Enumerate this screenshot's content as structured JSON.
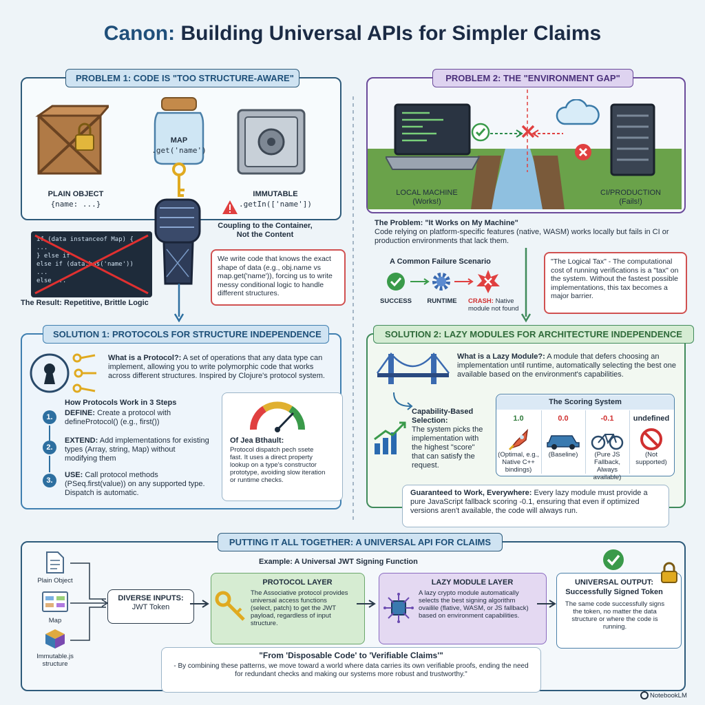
{
  "title": {
    "part1": "Canon:",
    "part2": "Building Universal APIs for Simpler Claims"
  },
  "problem1": {
    "banner": "PROBLEM 1: CODE IS \"TOO STRUCTURE-AWARE\"",
    "plain_object_label": "PLAIN OBJECT",
    "plain_object_code": "{name: ...}",
    "map_jar_label": "MAP",
    "map_jar_code": ".get('name')",
    "immutable_label": "IMMUTABLE",
    "immutable_code": ".getIn(['name'])",
    "coupling": "Coupling to the Container, Not the Content",
    "code_lines": [
      "if (data instanceof Map) {",
      "  ...",
      "} else if",
      "  else if (data.has('name'))",
      "  ...",
      "  else ..."
    ],
    "result": "The Result: Repetitive, Brittle Logic",
    "callout": "We write code that knows the exact shape of data (e.g., obj.name vs map.get('name')), forcing us to write messy conditional logic to handle different structures."
  },
  "problem2": {
    "banner": "PROBLEM 2: THE \"ENVIRONMENT GAP\"",
    "local_label": "LOCAL MACHINE",
    "local_status": "(Works!)",
    "ci_label": "CI/PRODUCTION",
    "ci_status": "(Fails!)",
    "problem_title": "The Problem: \"It Works on My Machine\"",
    "problem_text": "Code relying on platform-specific features (native, WASM) works locally but fails in CI or production environments that lack them.",
    "failure_title": "A Common Failure Scenario",
    "success": "SUCCESS",
    "runtime": "RUNTIME",
    "crash": "CRASH:",
    "crash_detail": "Native module not found",
    "tax": "\"The Logical Tax\" - The computational cost of running verifications is a \"tax\" on the system. Without the fastest possible implementations, this tax becomes a major barrier."
  },
  "solution1": {
    "banner": "SOLUTION 1: PROTOCOLS FOR STRUCTURE INDEPENDENCE",
    "what_title": "What is a Protocol?:",
    "what_text": "A set of operations that any data type can implement, allowing you to write polymorphic code that works across different structures. Inspired by Clojure's protocol system.",
    "steps_title": "How Protocols Work in 3 Steps",
    "steps": [
      {
        "num": "1.",
        "label": "DEFINE:",
        "text": "Create a protocol with defineProtocol() (e.g., first())"
      },
      {
        "num": "2.",
        "label": "EXTEND:",
        "text": "Add implementations for existing types (Array, string, Map) without modifying them"
      },
      {
        "num": "3.",
        "label": "USE:",
        "text": "Call protocol methods (PSeq.first(value)) on any supported type. Dispatch is automatic."
      }
    ],
    "perf_title": "Of Jea Bthault:",
    "perf_text": "Protocol dispatch pech ssete fast. It uses a direct property lookup on a type's constructor prototype, avoiding slow iteration or runtime checks."
  },
  "solution2": {
    "banner": "SOLUTION 2: LAZY MODULES FOR ARCHITECTURE INDEPENDENCE",
    "what_title": "What is a Lazy Module?:",
    "what_text": "A module that defers choosing an implementation until runtime, automatically selecting the best one available based on the environment's capabilities.",
    "capability_title": "Capability-Based Selection:",
    "capability_text": "The system picks the implementation with the highest \"score\" that can satisfy the request.",
    "scoring_title": "The Scoring System",
    "scores": [
      {
        "score": "1.0",
        "desc": "(Optimal, e.g., Native C++ bindings)",
        "icon": "rocket-icon"
      },
      {
        "score": "0.0",
        "desc": "(Baseline)",
        "icon": "car-icon"
      },
      {
        "score": "-0.1",
        "desc": "(Pure JS Fallback, Always available)",
        "icon": "bicycle-icon"
      },
      {
        "score": "undefined",
        "desc": "(Not supported)",
        "icon": "prohibited-icon"
      }
    ],
    "guarantee_title": "Guaranteed to Work, Everywhere:",
    "guarantee_text": "Every lazy module must provide a pure JavaScript fallback scoring -0.1, ensuring that even if optimized versions aren't available, the code will always run."
  },
  "together": {
    "banner": "PUTTING IT ALL TOGETHER: A UNIVERSAL API FOR CLAIMS",
    "example": "Example: A Universal JWT Signing Function",
    "inputs": [
      "Plain Object",
      "Map",
      "Immutable.js structure"
    ],
    "diverse_title": "DIVERSE INPUTS:",
    "diverse_sub": "JWT Token",
    "protocol_title": "PROTOCOL LAYER",
    "protocol_text": "The Associative protocol provides universal access functions (select, patch) to get the JWT payload, regardless of input structure.",
    "lazy_title": "LAZY MODULE LAYER",
    "lazy_text": "A lazy crypto module automatically selects the best signing algorithm ovailile (flative, WASM, or JS fallback) based on environment capabilities.",
    "output_title": "UNIVERSAL OUTPUT:",
    "output_sub": "Successfully Signed Token",
    "output_text": "The same code successfully signs the token, no matter the data structure or where the code is running.",
    "quote_title": "\"From 'Disposable Code' to 'Verifiable Claims'\"",
    "quote_text": "- By combining these patterns, we move toward a world where data carries its own verifiable proofs, ending the need for redundant checks and making our systems more robust and trustworthy.\""
  },
  "footer": {
    "brand": "NotebookLM"
  }
}
